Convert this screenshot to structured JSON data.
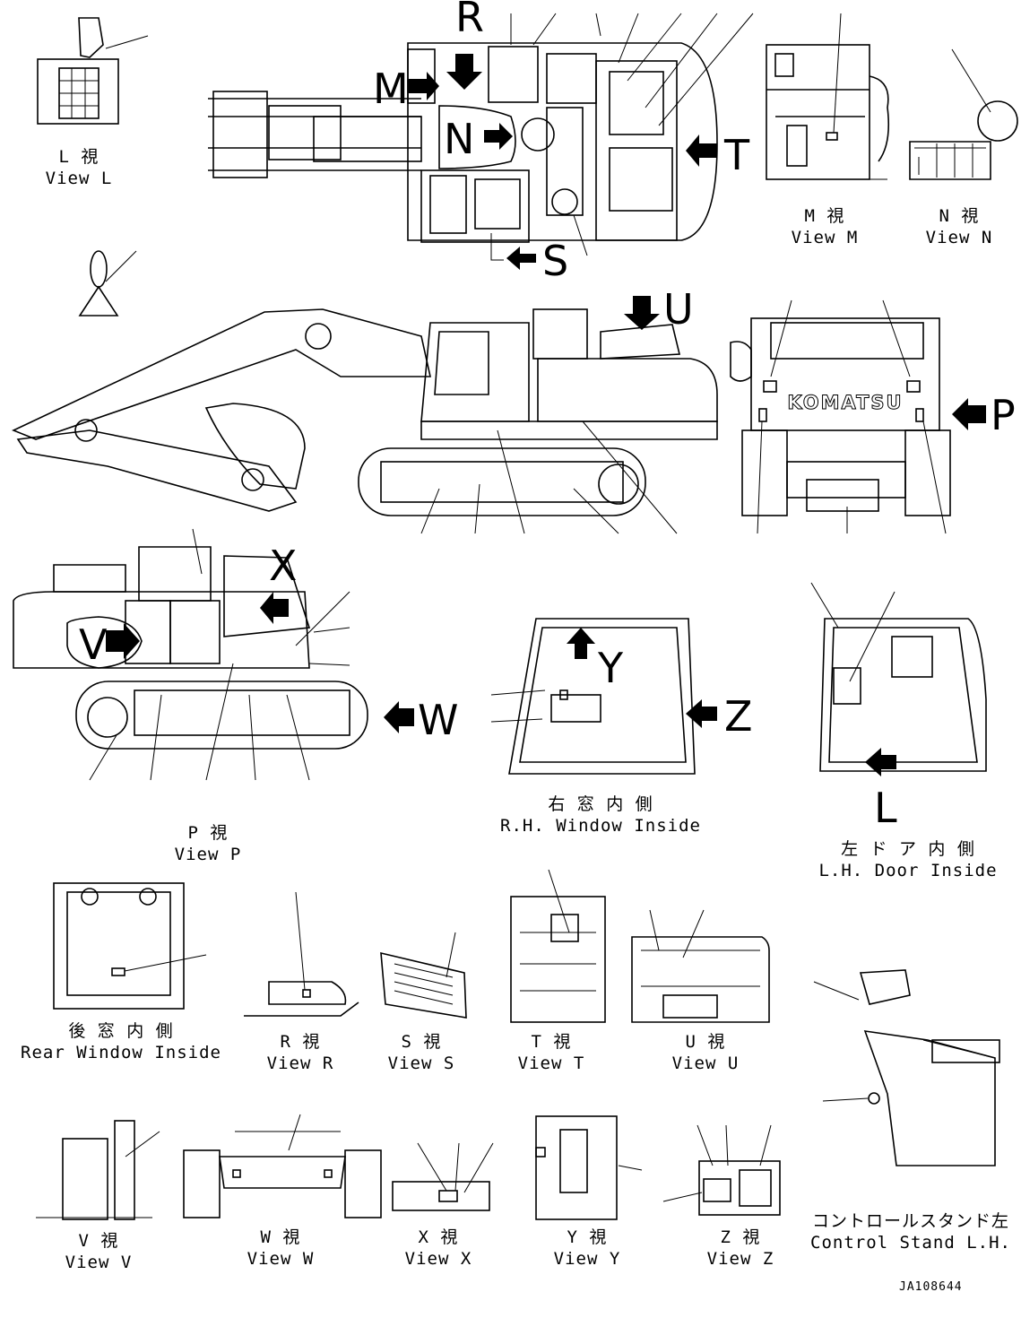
{
  "labels": [
    {
      "id": "view-l",
      "ja": "L 視",
      "en": "View L"
    },
    {
      "id": "view-m",
      "ja": "M 視",
      "en": "View M"
    },
    {
      "id": "view-n",
      "ja": "N 視",
      "en": "View N"
    },
    {
      "id": "view-p",
      "ja": "P 視",
      "en": "View P"
    },
    {
      "id": "rh-window",
      "ja": "右 窓 内 側",
      "en": "R.H. Window Inside"
    },
    {
      "id": "lh-door",
      "ja": "左 ド ア 内 側",
      "en": "L.H. Door Inside"
    },
    {
      "id": "rear-window",
      "ja": "後 窓 内 側",
      "en": "Rear Window Inside"
    },
    {
      "id": "view-r",
      "ja": "R 視",
      "en": "View R"
    },
    {
      "id": "view-s",
      "ja": "S 視",
      "en": "View S"
    },
    {
      "id": "view-t",
      "ja": "T 視",
      "en": "View T"
    },
    {
      "id": "view-u",
      "ja": "U 視",
      "en": "View U"
    },
    {
      "id": "view-v",
      "ja": "V 視",
      "en": "View V"
    },
    {
      "id": "view-w",
      "ja": "W 視",
      "en": "View W"
    },
    {
      "id": "view-x",
      "ja": "X 視",
      "en": "View X"
    },
    {
      "id": "view-y",
      "ja": "Y 視",
      "en": "View Y"
    },
    {
      "id": "view-z",
      "ja": "Z 視",
      "en": "View Z"
    },
    {
      "id": "control-stand",
      "ja": "コントロールスタンド左",
      "en": "Control Stand L.H."
    }
  ],
  "markers": {
    "R": "R",
    "M": "M",
    "N": "N",
    "T": "T",
    "S": "S",
    "U": "U",
    "P": "P",
    "X": "X",
    "V": "V",
    "W": "W",
    "Y": "Y",
    "Z": "Z",
    "L": "L"
  },
  "brand": "KOMATSU",
  "drawing_code": "JA108644"
}
